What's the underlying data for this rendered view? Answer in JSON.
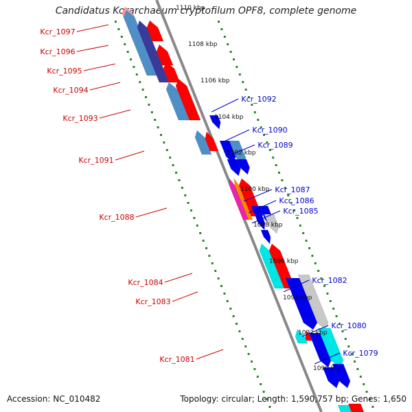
{
  "title": "Candidatus Korarchaeum cryptofilum OPF8, complete genome",
  "footer": {
    "accession": "Accession: NC_010482",
    "topology": "Topology: circular; Length: 1,590,757 bp; Genes: 1,650"
  },
  "colors": {
    "backbone": "#888888",
    "tick": "#228822",
    "reverse_label": "#cc0000",
    "forward_label": "#0000cc",
    "red": "#ff0000",
    "blue": "#0000ee",
    "steelblue": "#4f8fc8",
    "navy": "#3a3a9a",
    "cyan": "#00e5e5",
    "orange": "#ff8800",
    "magenta": "#ee22aa",
    "grey": "#c8c8c8",
    "pink": "#ff9999"
  },
  "kbp_scale": [
    "1110 kbp",
    "1108 kbp",
    "1106 kbp",
    "1104 kbp",
    "1102 kbp",
    "1100 kbp",
    "1098 kbp",
    "1096 kbp",
    "1094 kbp",
    "1092 kbp",
    "1090 kbp"
  ],
  "reverse_gene_labels": [
    "Kcr_1097",
    "Kcr_1096",
    "Kcr_1095",
    "Kcr_1094",
    "Kcr_1093",
    "Kcr_1091",
    "Kcr_1088",
    "Kcr_1084",
    "Kcr_1083",
    "Kcr_1081"
  ],
  "forward_gene_labels": [
    "Kcr_1092",
    "Kcr_1090",
    "Kcr_1089",
    "Kcr_1087",
    "Kcr_1086",
    "Kcr_1085",
    "Kcr_1082",
    "Kcr_1080",
    "Kcr_1079"
  ]
}
